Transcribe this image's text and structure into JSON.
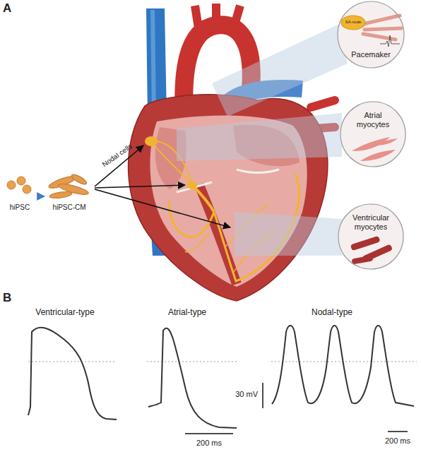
{
  "diagram": {
    "nodes": [
      {
        "text": [
          "Pacemaker"
        ]
      },
      {
        "text": [
          "SA node"
        ],
        "in": 0
      },
      {
        "text": [
          "hiPSC"
        ]
      },
      {
        "text": [
          "hiPSC-CM"
        ]
      },
      {
        "text": [
          "Atrial myocytes"
        ]
      },
      {
        "text": [
          "Ventricular myocytes"
        ]
      }
    ],
    "edges": [
      {
        "from": 2,
        "to": 3,
        "arrow": "to"
      }
    ],
    "labels": [
      "A",
      "Nodal cells",
      "B",
      "Ventricular-type",
      "Atrial-type",
      "Nodal-type",
      "30 mV",
      "200 ms",
      "200 ms"
    ]
  }
}
